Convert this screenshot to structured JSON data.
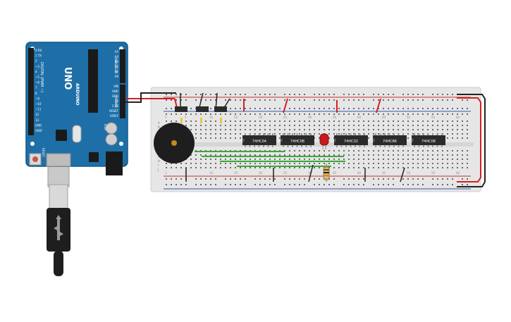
{
  "arduino": {
    "brand": "UNO",
    "subtitle": "ARDUINO",
    "digital_label": "DIGITAL (PWM ~)",
    "analog_label": "ANALOG IN",
    "power_label": "POWER",
    "reset_label": "RESET",
    "icsp_label": "ICSP",
    "pins_left": [
      "0 RX",
      "1 TX",
      "2",
      "~3",
      "4",
      "~5",
      "~6",
      "7",
      "8",
      "~9",
      "~10",
      "~11",
      "12",
      "13",
      "GND",
      "AREF"
    ],
    "pins_right": [
      "A5",
      "A4",
      "A3",
      "A2",
      "A1",
      "A0",
      "",
      "VIN",
      "GND",
      "GND",
      "5V",
      "3.3V",
      "RESET",
      "IOREF"
    ]
  },
  "chips": [
    {
      "label": "74HC04"
    },
    {
      "label": "74HC08"
    },
    {
      "label": "74HC32"
    },
    {
      "label": "74HC86"
    },
    {
      "label": "74HC08"
    }
  ],
  "breadboard": {
    "row_letters_top": [
      "A",
      "B",
      "C",
      "D",
      "E"
    ],
    "row_letters_bottom": [
      "F",
      "G",
      "H",
      "I",
      "J"
    ],
    "column_numbers": [
      "1",
      "5",
      "10",
      "15",
      "20",
      "25",
      "30",
      "35",
      "40",
      "45",
      "50",
      "55",
      "60"
    ]
  },
  "colors": {
    "board_blue": "#1e6fa8",
    "breadboard": "#e6e6e6",
    "wire_red": "#d42020",
    "wire_black": "#222222",
    "wire_green": "#3aa83a",
    "chip": "#2b2b2b",
    "led_red": "#c81a1a"
  }
}
